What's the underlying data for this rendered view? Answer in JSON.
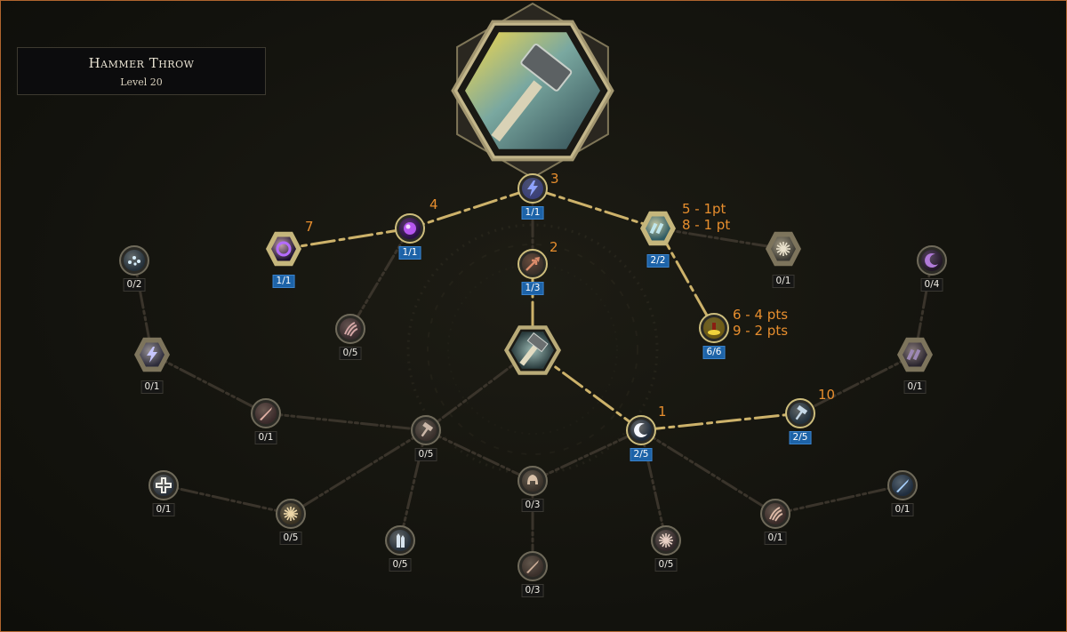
{
  "skill": {
    "name": "Hammer Throw",
    "level": "Level 20"
  },
  "nodes": [
    {
      "id": "lightning",
      "label": "1/1",
      "icon": "lightning-bolt-icon",
      "allocated": true
    },
    {
      "id": "hex_void_left",
      "label": "1/1",
      "icon": "void-ring-icon",
      "allocated": true
    },
    {
      "id": "void_orb",
      "label": "1/1",
      "icon": "void-orb-icon",
      "allocated": true
    },
    {
      "id": "arrowhead",
      "label": "1/3",
      "icon": "arrowhead-icon",
      "allocated": true
    },
    {
      "id": "hex_storm",
      "label": "2/2",
      "icon": "storm-hammers-icon",
      "allocated": true
    },
    {
      "id": "hex_spikes",
      "label": "0/1",
      "icon": "spike-burst-icon",
      "allocated": false
    },
    {
      "id": "totem",
      "label": "6/6",
      "icon": "totem-icon",
      "allocated": true
    },
    {
      "id": "spark_dots",
      "label": "0/2",
      "icon": "sparks-icon",
      "allocated": false
    },
    {
      "id": "hex_lightning_left",
      "label": "0/1",
      "icon": "chain-lightning-icon",
      "allocated": false
    },
    {
      "id": "claw",
      "label": "0/5",
      "icon": "claw-icon",
      "allocated": false
    },
    {
      "id": "moon",
      "label": "0/4",
      "icon": "crescent-icon",
      "allocated": false
    },
    {
      "id": "hex_chains_right",
      "label": "0/1",
      "icon": "chains-icon",
      "allocated": false
    },
    {
      "id": "dagger",
      "label": "0/1",
      "icon": "dagger-icon",
      "allocated": false
    },
    {
      "id": "axe_center_left",
      "label": "0/5",
      "icon": "hammer-icon",
      "allocated": false
    },
    {
      "id": "crescent_white",
      "label": "2/5",
      "icon": "white-crescent-icon",
      "allocated": true
    },
    {
      "id": "pickaxe",
      "label": "2/5",
      "icon": "pickaxe-icon",
      "allocated": true
    },
    {
      "id": "cross",
      "label": "0/1",
      "icon": "cross-icon",
      "allocated": false
    },
    {
      "id": "flower",
      "label": "0/5",
      "icon": "rune-flower-icon",
      "allocated": false
    },
    {
      "id": "spires",
      "label": "0/5",
      "icon": "spires-icon",
      "allocated": false
    },
    {
      "id": "skull_helm",
      "label": "0/3",
      "icon": "helm-icon",
      "allocated": false
    },
    {
      "id": "broken_blade",
      "label": "0/3",
      "icon": "broken-blade-icon",
      "allocated": false
    },
    {
      "id": "star_shield",
      "label": "0/5",
      "icon": "star-shield-icon",
      "allocated": false
    },
    {
      "id": "fists",
      "label": "0/1",
      "icon": "fists-icon",
      "allocated": false
    },
    {
      "id": "blue_sword",
      "label": "0/1",
      "icon": "ice-blade-icon",
      "allocated": false
    }
  ],
  "center_icon": "hammer-throw-icon",
  "main_icon": "hammer-throw-icon",
  "annotations": [
    {
      "id": "lightning",
      "lines": [
        "3"
      ]
    },
    {
      "id": "void_orb",
      "lines": [
        "4"
      ]
    },
    {
      "id": "hex_void_left",
      "lines": [
        "7"
      ]
    },
    {
      "id": "arrowhead",
      "lines": [
        "2"
      ]
    },
    {
      "id": "hex_storm",
      "lines": [
        "5 - 1pt",
        "8 - 1 pt"
      ]
    },
    {
      "id": "totem",
      "lines": [
        "6 - 4 pts",
        "9 - 2 pts"
      ]
    },
    {
      "id": "crescent_white",
      "lines": [
        "1"
      ]
    },
    {
      "id": "pickaxe",
      "lines": [
        "10"
      ]
    }
  ],
  "colors": {
    "path_active": "#cdb26a",
    "path_inactive": "#3a342b",
    "allocated_badge": "#1d63a8",
    "annotation": "#e78e2e"
  }
}
